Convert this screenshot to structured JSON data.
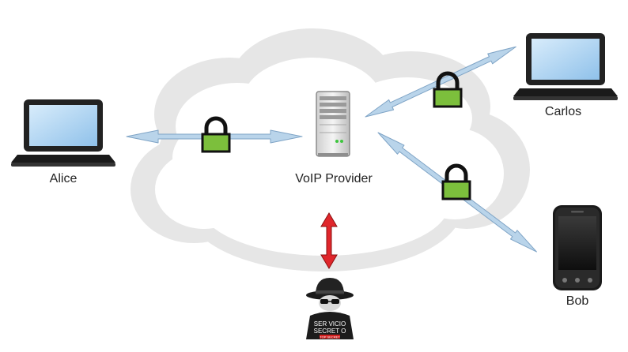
{
  "nodes": {
    "alice": {
      "label": "Alice",
      "icon": "laptop-icon"
    },
    "carlos": {
      "label": "Carlos",
      "icon": "laptop-icon"
    },
    "bob": {
      "label": "Bob",
      "icon": "smartphone-icon"
    },
    "provider": {
      "label": "VoIP Provider",
      "icon": "server-icon"
    },
    "spy": {
      "icon": "spy-icon",
      "shirt_line1": "SER VICIO",
      "shirt_line2": "SECRET O",
      "badge": "TOP SECRET"
    }
  },
  "links": [
    {
      "from": "alice",
      "to": "provider",
      "icon": "lock-icon"
    },
    {
      "from": "provider",
      "to": "carlos",
      "icon": "lock-icon"
    },
    {
      "from": "provider",
      "to": "bob",
      "icon": "lock-icon"
    },
    {
      "from": "spy",
      "to": "provider",
      "icon": "double-arrow-icon"
    }
  ],
  "colors": {
    "link_arrow": "#b9d4ea",
    "lock_body": "#7cbf3c",
    "intercept_arrow": "#e0262b",
    "cloud": "#e6e6e6"
  }
}
